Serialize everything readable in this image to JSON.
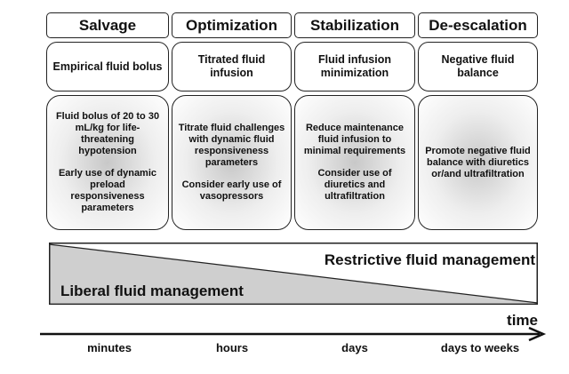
{
  "phases": [
    {
      "name": "Salvage",
      "goal": "Empirical fluid bolus",
      "details": [
        "Fluid bolus of 20 to 30 mL/kg for life-threatening hypotension",
        "Early use of dynamic preload responsiveness parameters"
      ]
    },
    {
      "name": "Optimization",
      "goal": "Titrated fluid infusion",
      "details": [
        "Titrate fluid challenges with dynamic fluid responsiveness parameters",
        "Consider early use of vasopressors"
      ]
    },
    {
      "name": "Stabilization",
      "goal": "Fluid infusion minimization",
      "details": [
        "Reduce maintenance fluid infusion to minimal requirements",
        "Consider use of diuretics and ultrafiltration"
      ]
    },
    {
      "name": "De-escalation",
      "goal": "Negative fluid balance",
      "details": [
        "Promote negative fluid balance with diuretics or/and ultrafiltration"
      ]
    }
  ],
  "management": {
    "restrictive": "Restrictive fluid management",
    "liberal": "Liberal fluid management"
  },
  "timeline": {
    "label": "time",
    "ticks": [
      "minutes",
      "hours",
      "days",
      "days to weeks"
    ]
  },
  "colors": {
    "border": "#222222",
    "wedge_fill": "#cfcfcf",
    "shadow": "#c8c8c8"
  }
}
